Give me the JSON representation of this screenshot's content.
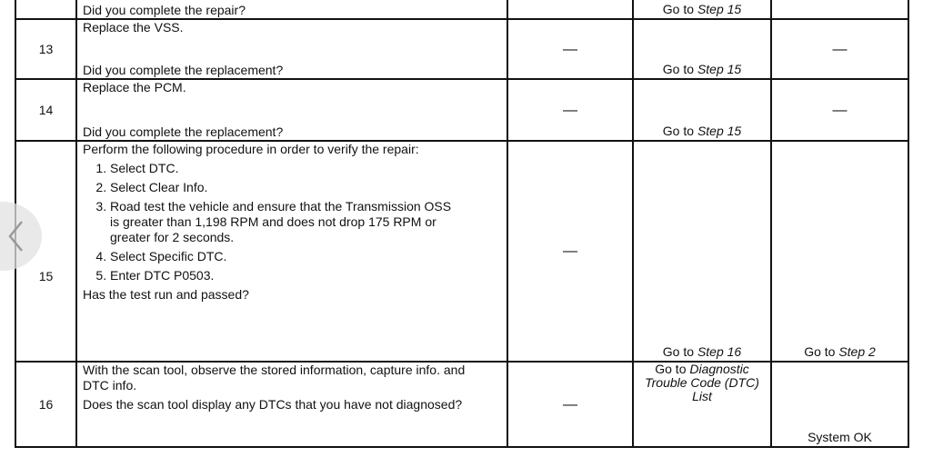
{
  "prev_row": {
    "question": "Did you complete the repair?",
    "yes_prefix": "Go to ",
    "yes_step": "Step 15"
  },
  "rows": [
    {
      "step": "13",
      "action": "Replace the VSS.",
      "question": "Did you complete the replacement?",
      "value": "—",
      "yes_prefix": "Go to ",
      "yes_step": "Step 15",
      "no": "—"
    },
    {
      "step": "14",
      "action": "Replace the PCM.",
      "question": "Did you complete the replacement?",
      "value": "—",
      "yes_prefix": "Go to ",
      "yes_step": "Step 15",
      "no": "—"
    },
    {
      "step": "15",
      "action": "Perform the following procedure in order to verify the repair:",
      "items": [
        "Select DTC.",
        "Select Clear Info.",
        "Road test the vehicle and ensure that the Transmission OSS is greater than 1,198 RPM and does not drop 175 RPM or greater for 2 seconds.",
        "Select Specific DTC.",
        "Enter DTC P0503."
      ],
      "question": "Has the test run and passed?",
      "value": "—",
      "yes_prefix": "Go to ",
      "yes_step": "Step 16",
      "no_prefix": "Go to ",
      "no_step": "Step 2"
    },
    {
      "step": "16",
      "action": "With the scan tool, observe the stored information, capture info. and DTC info.",
      "question": "Does the scan tool display any DTCs that you have not diagnosed?",
      "value": "—",
      "yes_prefix": "Go to ",
      "yes_link": "Diagnostic Trouble Code (DTC) List",
      "no": "System OK"
    }
  ],
  "nav": {
    "icon": "chevron-left-icon"
  }
}
